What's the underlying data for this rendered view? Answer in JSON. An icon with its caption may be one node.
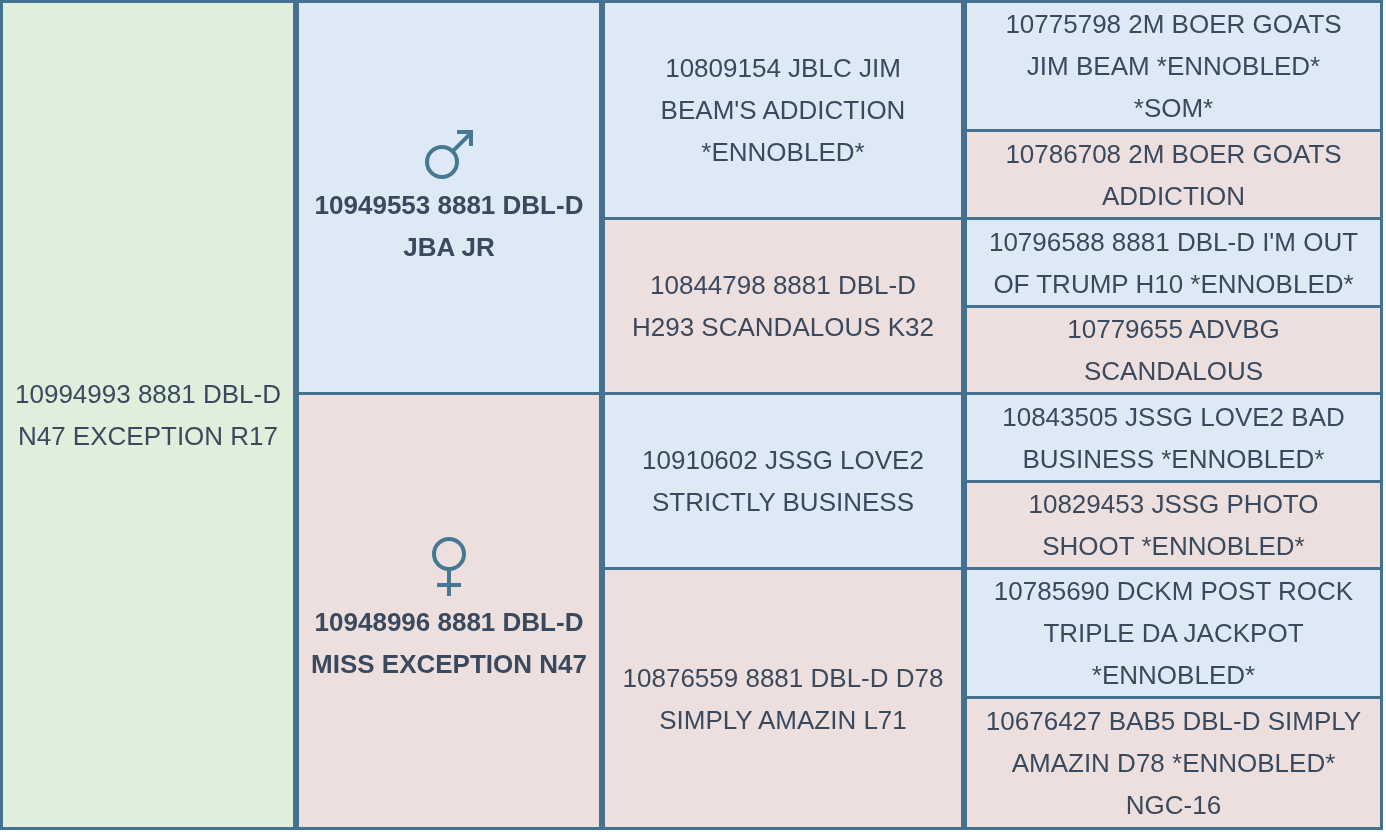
{
  "diagram": {
    "nodes": [
      {
        "text": [
          "10994993 8881 DBL-D N47 EXCEPTION R17"
        ]
      },
      {
        "text": [
          "10949553 8881 DBL-D JBA JR"
        ]
      },
      {
        "text": [
          "10809154 JBLC JIM BEAM'S ADDICTION *ENNOBLED*"
        ]
      },
      {
        "text": [
          "10775798 2M BOER GOATS JIM BEAM *ENNOBLED* *SOM*"
        ]
      },
      {
        "text": [
          "10786708 2M BOER GOATS ADDICTION"
        ]
      },
      {
        "text": [
          "10844798 8881 DBL-D H293 SCANDALOUS K32"
        ]
      },
      {
        "text": [
          "10796588 8881 DBL-D I'M OUT OF TRUMP H10 *ENNOBLED*"
        ]
      },
      {
        "text": [
          "10779655 ADVBG SCANDALOUS"
        ]
      },
      {
        "text": [
          "10948996 8881 DBL-D MISS EXCEPTION N47"
        ]
      },
      {
        "text": [
          "10910602 JSSG LOVE2 STRICTLY BUSINESS"
        ]
      },
      {
        "text": [
          "10843505 JSSG LOVE2 BAD BUSINESS *ENNOBLED*"
        ]
      },
      {
        "text": [
          "10829453 JSSG PHOTO SHOOT *ENNOBLED*"
        ]
      },
      {
        "text": [
          "10876559 8881 DBL-D D78 SIMPLY AMAZIN L71"
        ]
      },
      {
        "text": [
          "10785690 DCKM POST ROCK TRIPLE DA JACKPOT *ENNOBLED*"
        ]
      },
      {
        "text": [
          "10676427 BAB5 DBL-D SIMPLY AMAZIN D78 *ENNOBLED* NGC-16"
        ]
      }
    ]
  }
}
